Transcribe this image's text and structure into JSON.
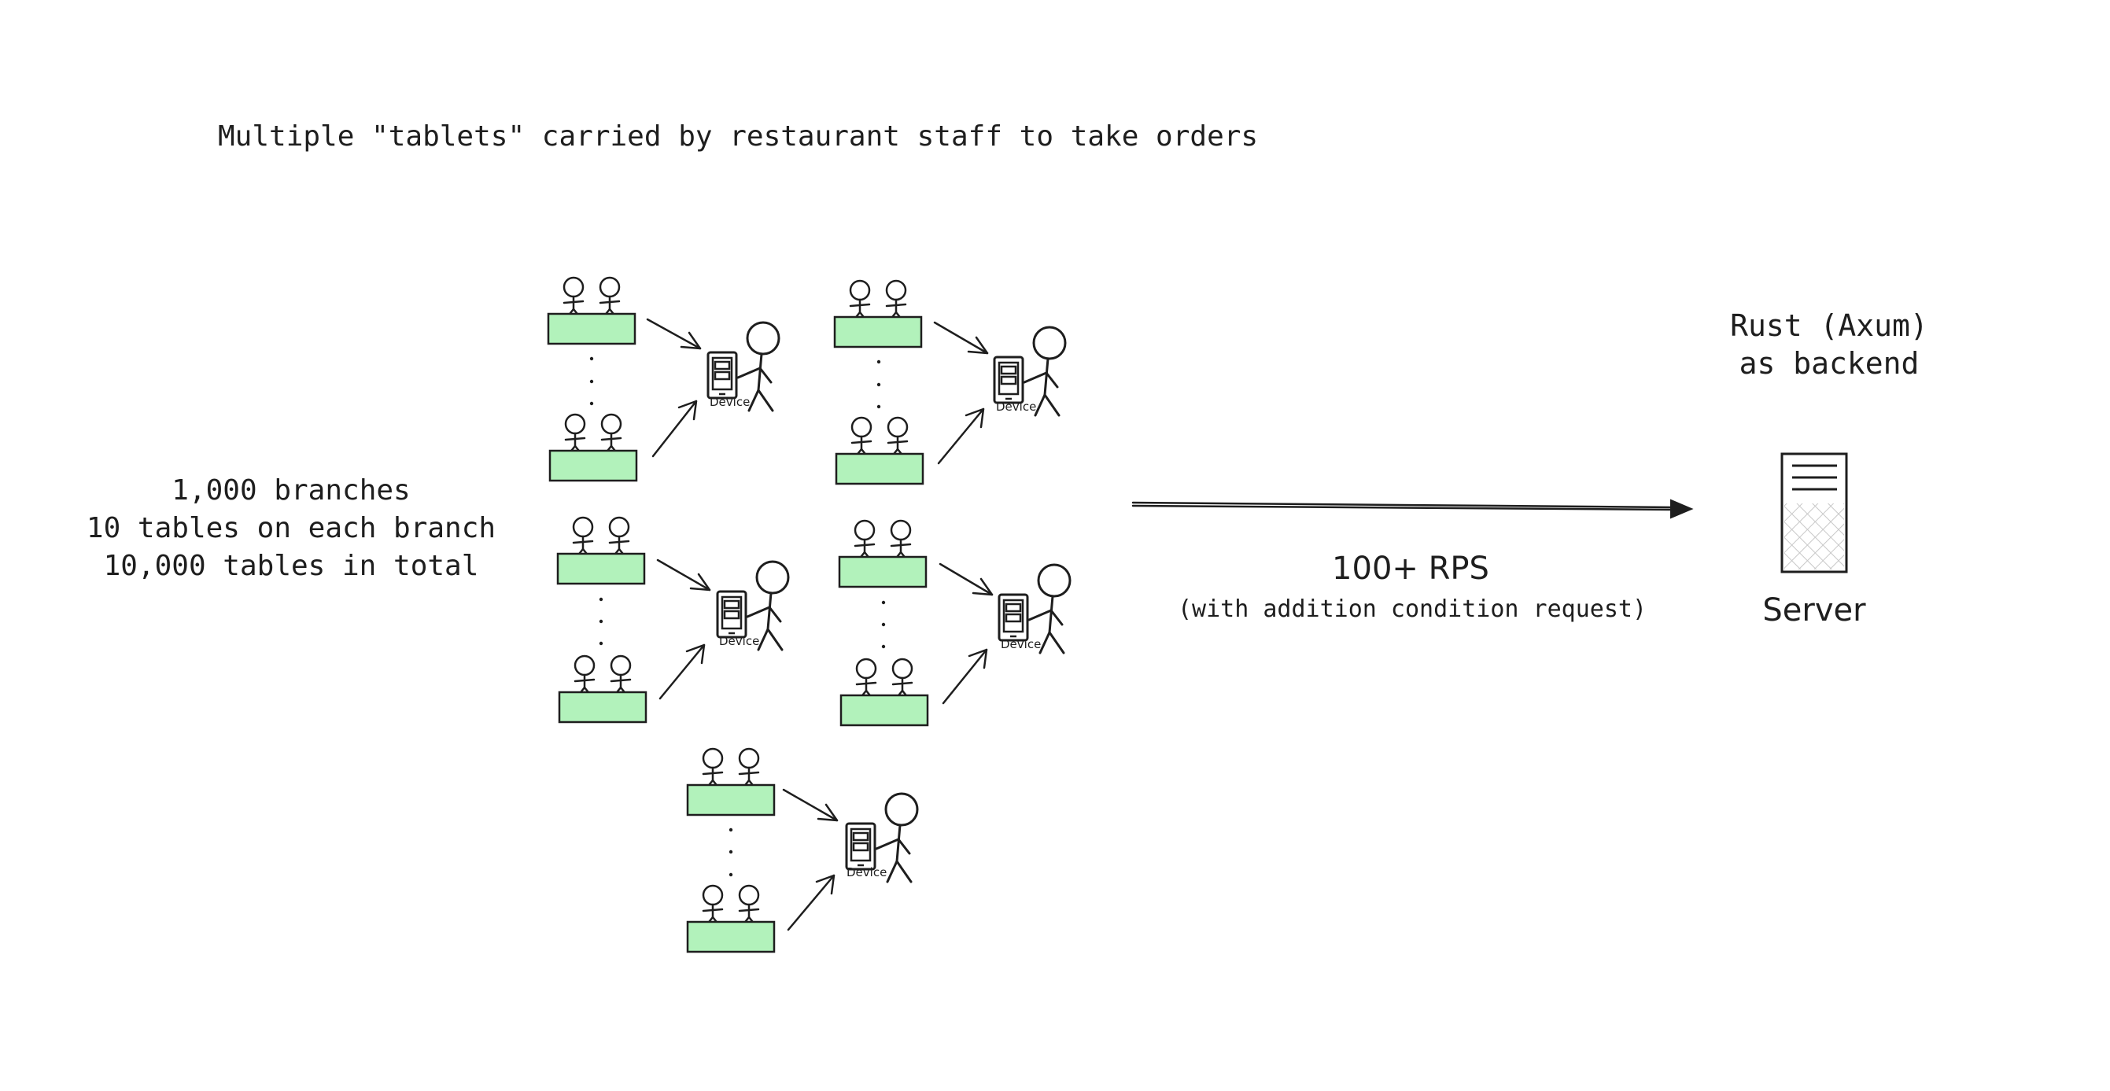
{
  "title": "Multiple \"tablets\" carried by restaurant staff to take orders",
  "left_label": {
    "line1": "1,000 branches",
    "line2": "10 tables on each branch",
    "line3": "10,000 tables in total"
  },
  "device_label": "Device",
  "rps": {
    "main": "100+ RPS",
    "note": "(with addition condition request)"
  },
  "backend": {
    "line1": "Rust (Axum)",
    "line2": "as backend"
  },
  "server_label": "Server",
  "colors": {
    "table_fill": "#b2f2bb",
    "ink": "#1e1e1e",
    "server_hatch": "#c8c8c8"
  },
  "icons": [
    "person-icon",
    "tablet-device-icon",
    "stick-figure-icon",
    "server-icon",
    "arrow"
  ],
  "branch_group_count": 5
}
